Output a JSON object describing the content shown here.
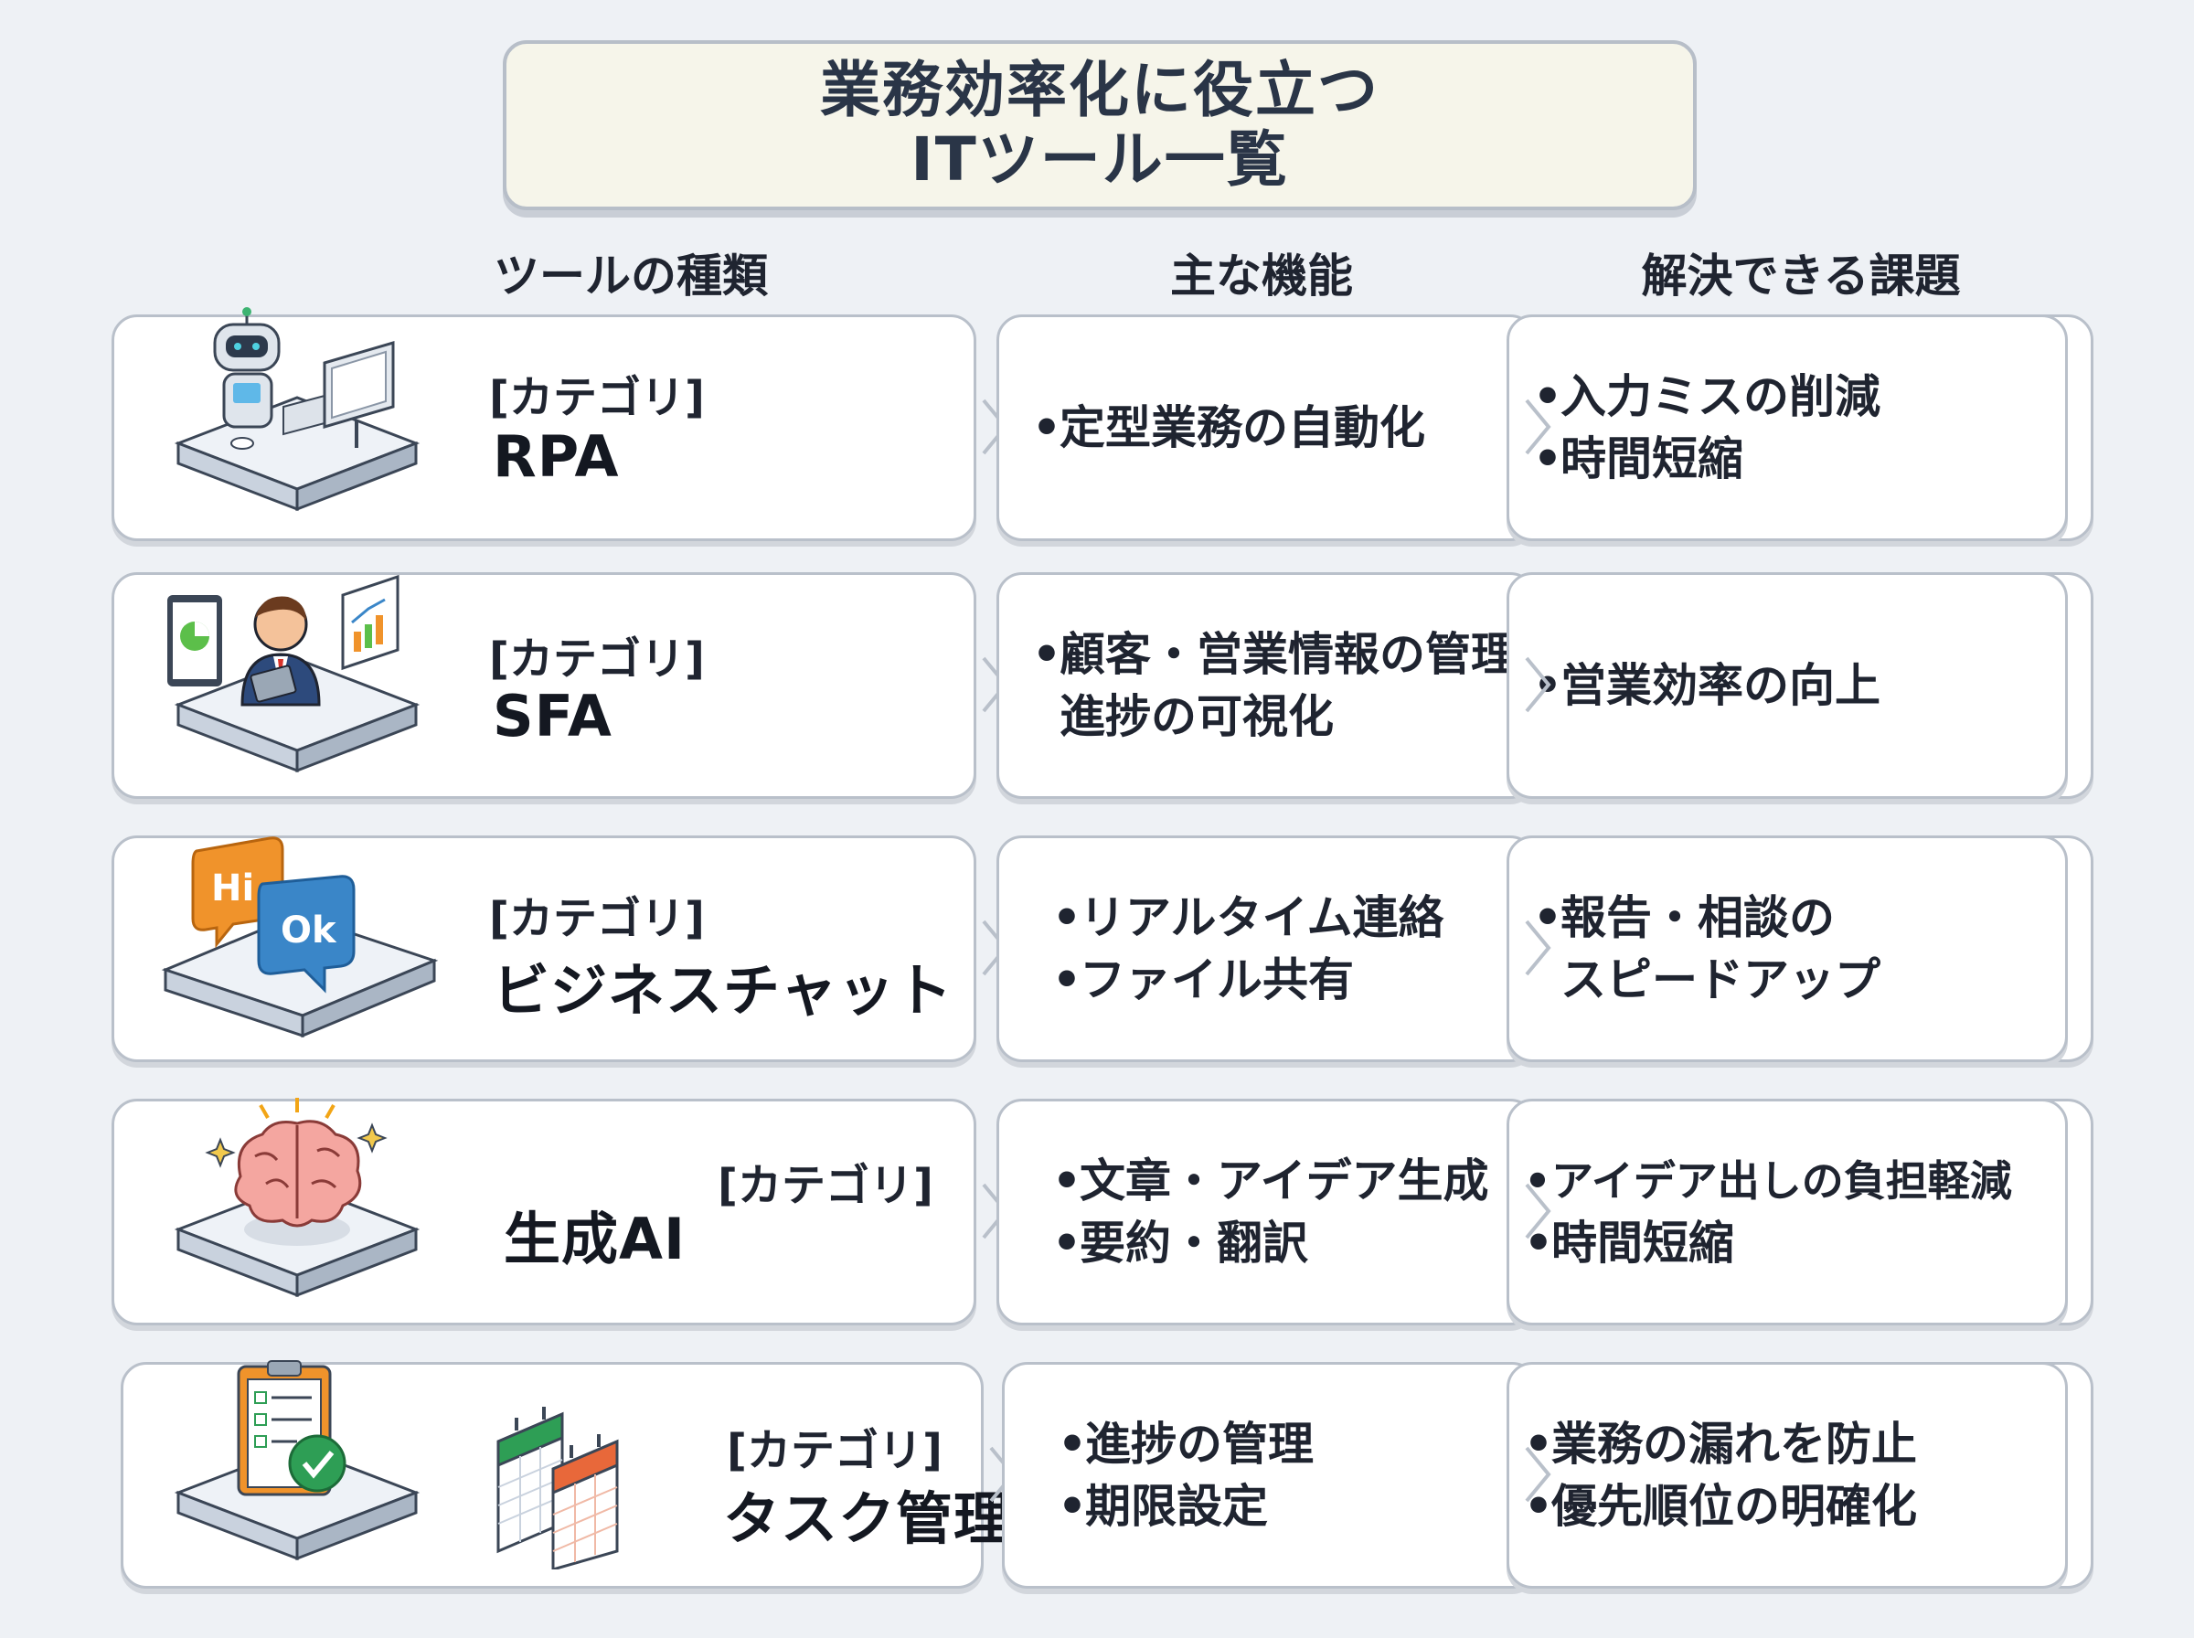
{
  "title": {
    "line1": "業務効率化に役立つ",
    "line2": "ITツール一覧"
  },
  "headers": {
    "tool": "ツールの種類",
    "function": "主な機能",
    "solve": "解決できる課題"
  },
  "rows": [
    {
      "category": "[カテゴリ]",
      "name": "RPA",
      "functions": [
        "定型業務の自動化"
      ],
      "solutions": [
        "入力ミスの削減",
        "時間短縮"
      ]
    },
    {
      "category": "[カテゴリ]",
      "name": "SFA",
      "functions": [
        "顧客・営業情報の管理",
        "進捗の可視化"
      ],
      "solutions": [
        "営業効率の向上"
      ]
    },
    {
      "category": "[カテゴリ]",
      "name": "ビジネスチャット",
      "functions": [
        "リアルタイム連絡",
        "ファイル共有"
      ],
      "solutions": [
        "報告・相談の",
        "スピードアップ"
      ]
    },
    {
      "category": "[カテゴリ]",
      "name": "生成AI",
      "functions": [
        "文章・アイデア生成",
        "要約・翻訳"
      ],
      "solutions": [
        "アイデア出しの負担軽減",
        "時間短縮"
      ]
    },
    {
      "category": "[カテゴリ]",
      "name": "タスク管理",
      "functions": [
        "進捗の管理",
        "期限設定"
      ],
      "solutions": [
        "業務の漏れを防止",
        "優先順位の明確化"
      ]
    }
  ],
  "illustrations": {
    "rpa": "robot-at-computer-icon",
    "sfa": "salesperson-with-charts-icon",
    "chat": "speech-bubbles-icon",
    "ai": "brain-icon",
    "task": "checklist-and-calendar-icon",
    "speech_hi": "Hi",
    "speech_ok": "Ok"
  },
  "colors": {
    "background": "#eef1f5",
    "card_border": "#b9c0ca",
    "title_bg": "#f6f5ea",
    "accent_orange": "#f0932b",
    "accent_blue": "#3a86c8",
    "accent_green": "#2e9e55"
  }
}
